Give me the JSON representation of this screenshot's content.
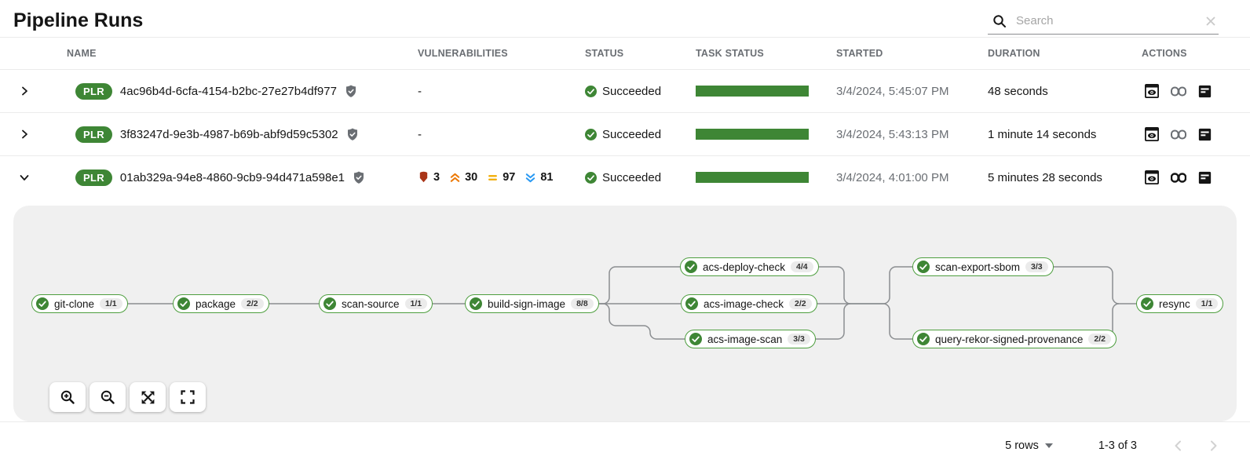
{
  "title": "Pipeline Runs",
  "search": {
    "placeholder": "Search"
  },
  "columns": [
    "NAME",
    "VULNERABILITIES",
    "STATUS",
    "TASK STATUS",
    "STARTED",
    "DURATION",
    "ACTIONS"
  ],
  "rows": [
    {
      "badge": "PLR",
      "name": "4ac96b4d-6cfa-4154-b2bc-27e27b4df977",
      "vulnerabilities": "-",
      "status": "Succeeded",
      "started": "3/4/2024, 5:45:07 PM",
      "duration": "48 seconds"
    },
    {
      "badge": "PLR",
      "name": "3f83247d-9e3b-4987-b69b-abf9d59c5302",
      "vulnerabilities": "-",
      "status": "Succeeded",
      "started": "3/4/2024, 5:43:13 PM",
      "duration": "1 minute 14 seconds"
    },
    {
      "badge": "PLR",
      "name": "01ab329a-94e8-4860-9cb9-94d471a598e1",
      "vulnerabilities": {
        "critical": "3",
        "high": "30",
        "medium": "97",
        "low": "81"
      },
      "status": "Succeeded",
      "started": "3/4/2024, 4:01:00 PM",
      "duration": "5 minutes 28 seconds"
    }
  ],
  "graph": {
    "tasks": [
      {
        "label": "git-clone",
        "badge": "1/1"
      },
      {
        "label": "package",
        "badge": "2/2"
      },
      {
        "label": "scan-source",
        "badge": "1/1"
      },
      {
        "label": "build-sign-image",
        "badge": "8/8"
      },
      {
        "label": "acs-deploy-check",
        "badge": "4/4"
      },
      {
        "label": "acs-image-check",
        "badge": "2/2"
      },
      {
        "label": "acs-image-scan",
        "badge": "3/3"
      },
      {
        "label": "scan-export-sbom",
        "badge": "3/3"
      },
      {
        "label": "query-rekor-signed-provenance",
        "badge": "2/2"
      },
      {
        "label": "resync",
        "badge": "1/1"
      }
    ]
  },
  "footer": {
    "rows_per_page": "5 rows",
    "range": "1-3 of 3"
  },
  "colors": {
    "success_green": "#3E8635",
    "node_border_green": "#4d9e3e",
    "critical": "#A93518",
    "high": "#EC7A08",
    "medium": "#F0AB00",
    "low": "#2B9AF3"
  }
}
